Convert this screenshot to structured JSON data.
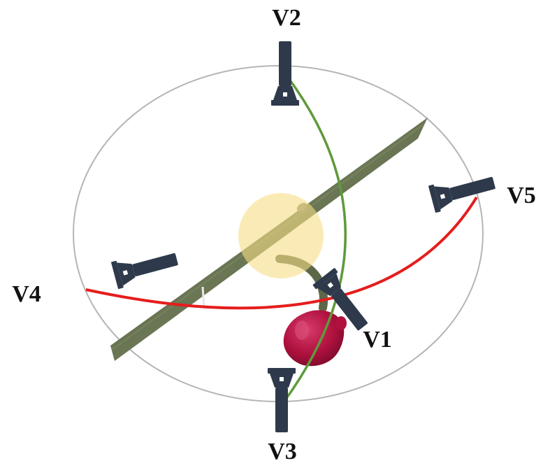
{
  "viewpoints": [
    {
      "id": "v1",
      "label": "V1"
    },
    {
      "id": "v2",
      "label": "V2"
    },
    {
      "id": "v3",
      "label": "V3"
    },
    {
      "id": "v4",
      "label": "V4"
    },
    {
      "id": "v5",
      "label": "V5"
    }
  ],
  "colors": {
    "sphere_outline": "#b5b5b5",
    "arc_vertical": "#5f9a3c",
    "arc_horizontal": "#e51d1d",
    "camera": "#2e3a4b",
    "branch": "#55613f",
    "fruit": "#b0123f",
    "focus_region": "#f6dd85"
  },
  "icons": {
    "camera": "flashlight-camera-icon",
    "fruit": "fruit-icon",
    "branch": "branch-icon",
    "focus": "highlight-circle-icon"
  }
}
